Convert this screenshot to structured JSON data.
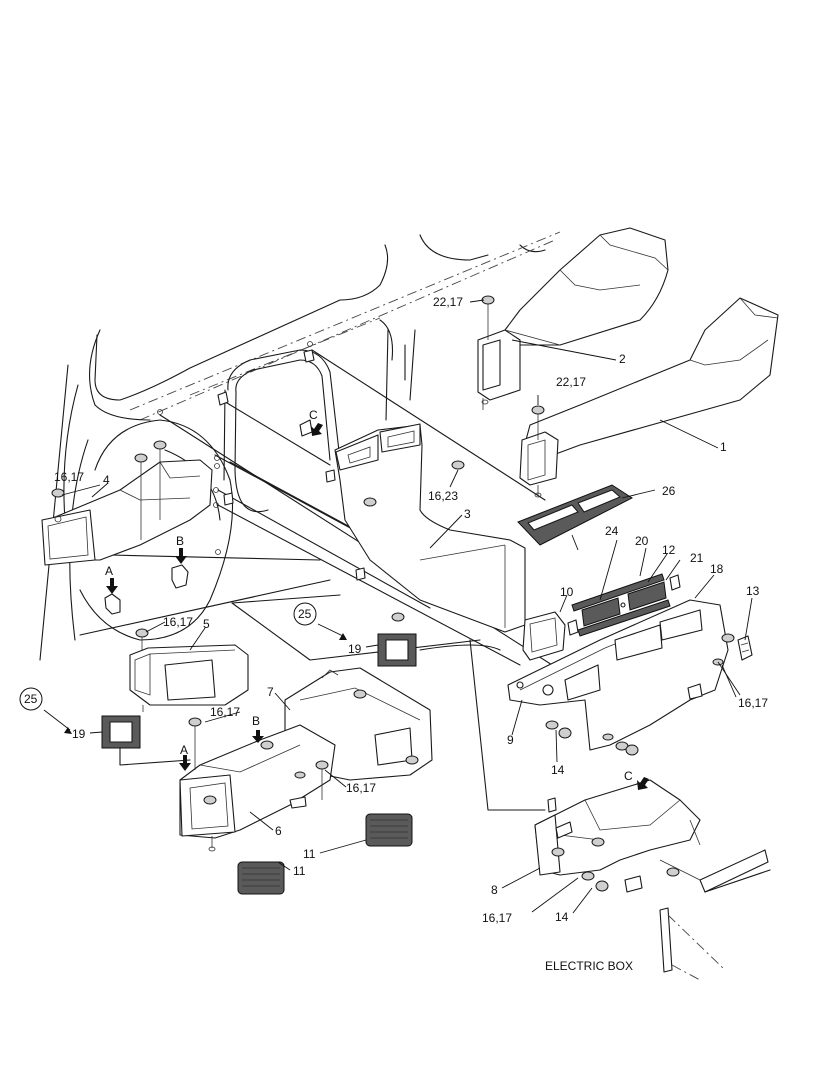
{
  "callouts": {
    "c1": "1",
    "c2": "2",
    "c3": "3",
    "c4": "4",
    "c5": "5",
    "c6": "6",
    "c7": "7",
    "c8": "8",
    "c9": "9",
    "c10": "10",
    "c11a": "11",
    "c11b": "11",
    "c12": "12",
    "c13": "13",
    "c14a": "14",
    "c14b": "14",
    "c16_17a": "16,17",
    "c16_17b": "16,17",
    "c16_17c": "16,17",
    "c16_17d": "16,17",
    "c16_17e": "16,17",
    "c16_17f": "16,17",
    "c16_23": "16,23",
    "c18": "18",
    "c19a": "19",
    "c19b": "19",
    "c20": "20",
    "c21": "21",
    "c22_17a": "22,17",
    "c22_17b": "22,17",
    "c24": "24",
    "c25a": "25",
    "c25b": "25",
    "c26": "26"
  },
  "view_markers": {
    "a_upper": "A",
    "a_lower": "A",
    "b_upper": "B",
    "b_lower": "B",
    "c_upper": "C",
    "c_lower": "C"
  },
  "electric_box_label": "ELECTRIC BOX"
}
